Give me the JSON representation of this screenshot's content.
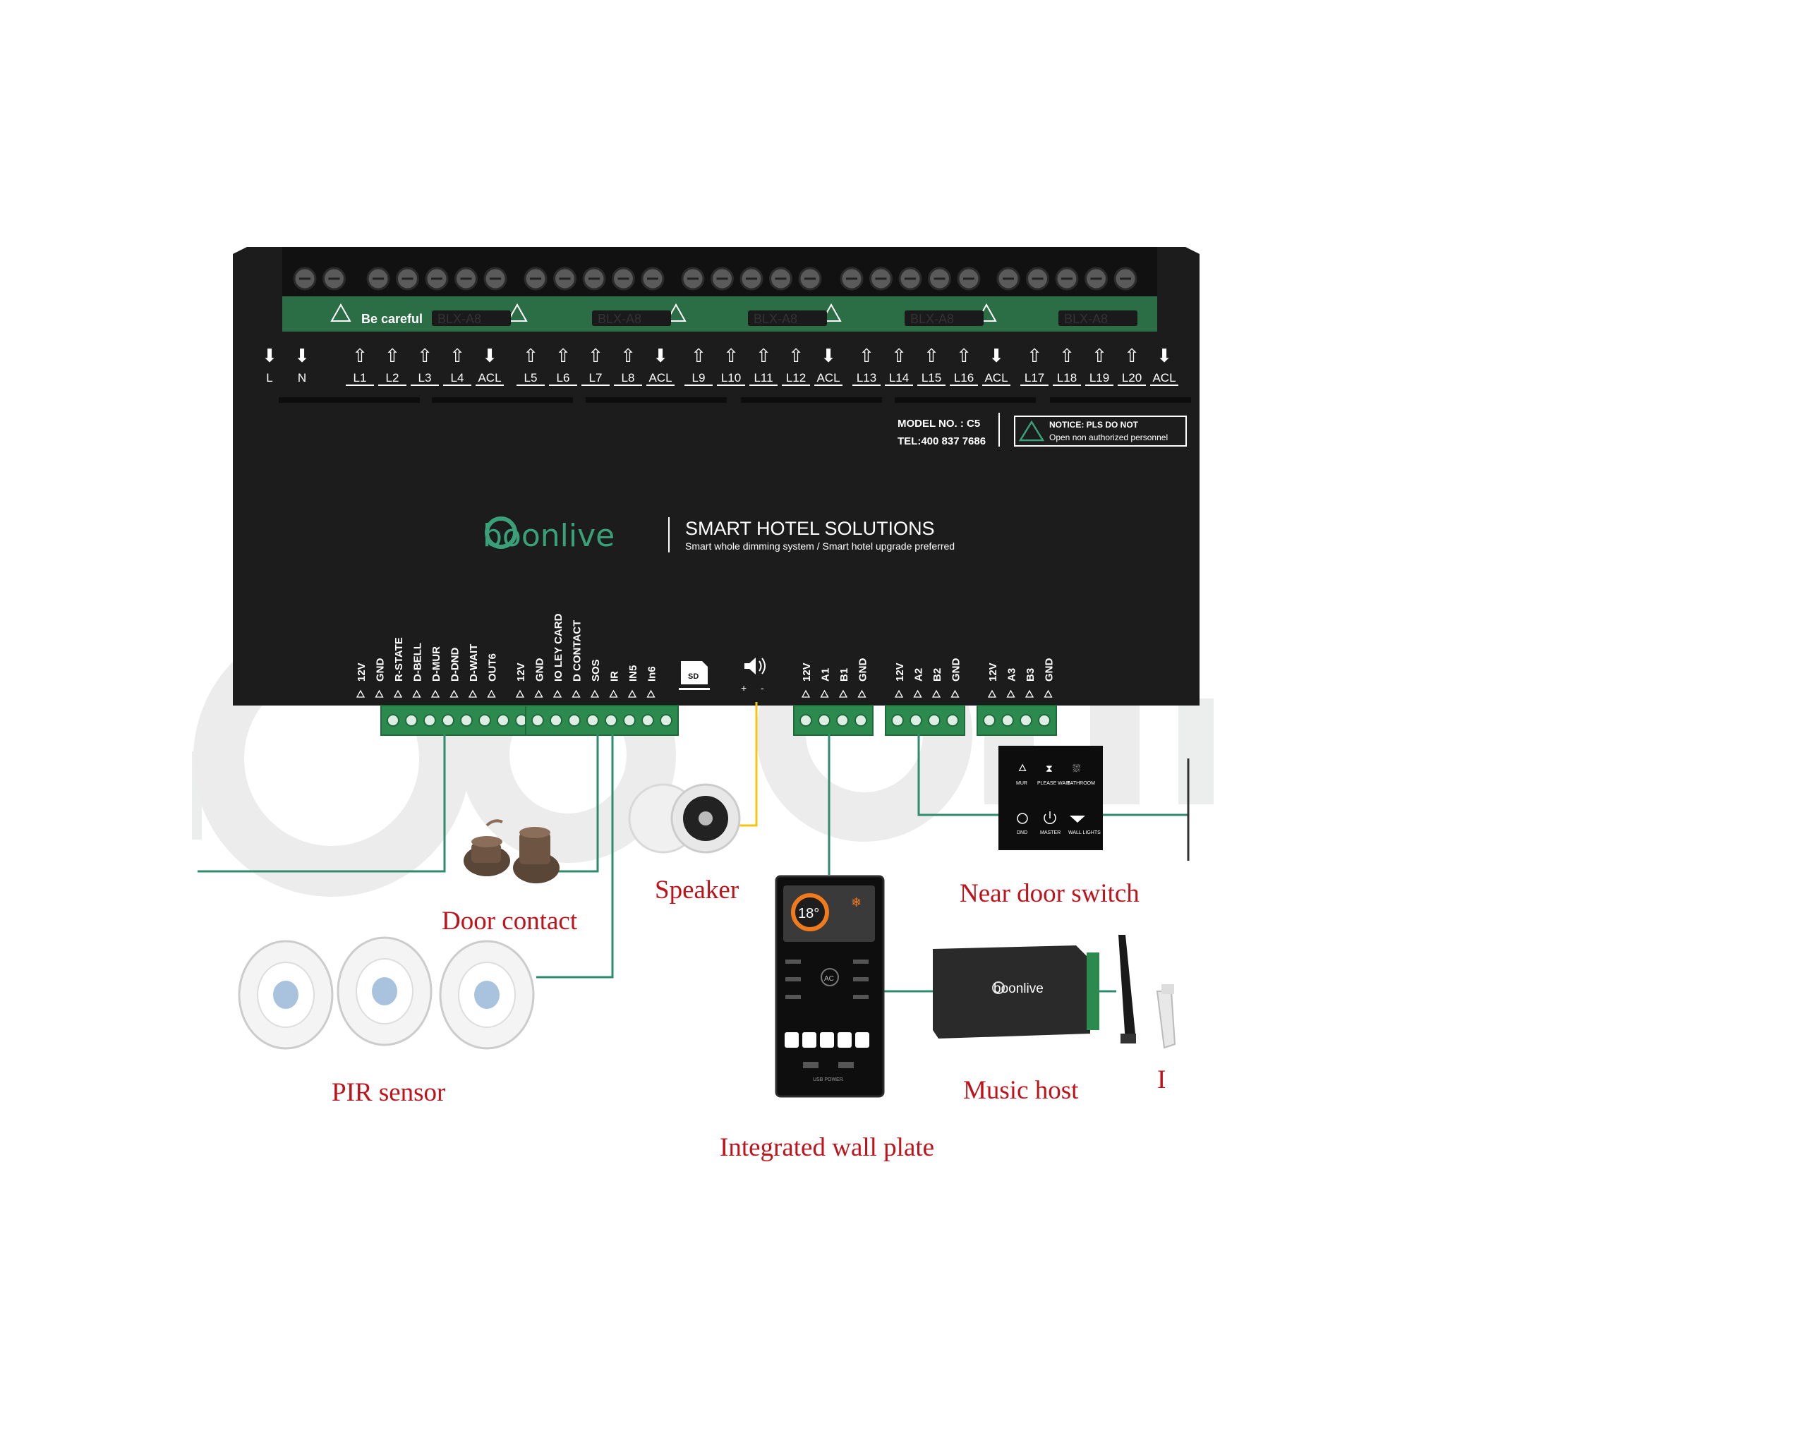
{
  "colors": {
    "controller_body": "#1c1c1c",
    "terminal_green": "#2d8a4e",
    "wire_green": "#2e8b6e",
    "speaker_wire": "#f3c614",
    "label_red": "#c0121a",
    "brand_green": "#3aa07a"
  },
  "controller": {
    "warning_strip": [
      "Be careful",
      "BLX-A8",
      "BLX-A8",
      "BLX-A8",
      "BLX-A8",
      "BLX-A8"
    ],
    "top_terminals": [
      "L",
      "N",
      "L1",
      "L2",
      "L3",
      "L4",
      "ACL",
      "L5",
      "L6",
      "L7",
      "L8",
      "ACL",
      "L9",
      "L10",
      "L11",
      "L12",
      "ACL",
      "L13",
      "L14",
      "L15",
      "L16",
      "ACL",
      "L17",
      "L18",
      "L19",
      "L20",
      "ACL"
    ],
    "model": "MODEL NO. : C5",
    "tel": "TEL:400 837 7686",
    "notice_line1": "NOTICE: PLS DO NOT",
    "notice_line2": "Open non authorized personnel",
    "brand": "boonlive",
    "tagline": "SMART HOTEL SOLUTIONS",
    "subtagline": "Smart whole dimming system / Smart hotel upgrade preferred",
    "bottom_terminals_group1": [
      "12V",
      "GND",
      "R-STATE",
      "D-BELL",
      "D-MUR",
      "D-DND",
      "D-WAIT",
      "OUT6"
    ],
    "bottom_terminals_group2": [
      "12V",
      "GND",
      "IO LEY CARD",
      "D CONTACT",
      "SOS",
      "IR",
      "IN5",
      "In6"
    ],
    "sd_label": "SD",
    "speaker_terminals": [
      "+",
      "-"
    ],
    "bus_group1": [
      "12V",
      "A1",
      "B1",
      "GND"
    ],
    "bus_group2": [
      "12V",
      "A2",
      "B2",
      "GND"
    ],
    "bus_group3": [
      "12V",
      "A3",
      "B3",
      "GND"
    ]
  },
  "devices": {
    "door_contact": "Door contact",
    "speaker": "Speaker",
    "pir_sensor": "PIR sensor",
    "integrated_wall_plate": "Integrated wall plate",
    "near_door_switch": "Near door switch",
    "music_host": "Music host",
    "cropped_label": "I"
  },
  "wall_plate": {
    "temperature": "18°",
    "ac_label": "AC",
    "usb_label": "USB POWER"
  },
  "door_switch": {
    "top_buttons": [
      "MUR",
      "PLEASE WAIT",
      "BATHROOM"
    ],
    "bottom_buttons": [
      "DND",
      "MASTER",
      "WALL LIGHTS"
    ]
  },
  "music_host_device": {
    "brand": "boonlive"
  },
  "icons": [
    "warning-triangle-icon",
    "arrow-down-icon",
    "arrow-up-icon",
    "sd-card-icon",
    "speaker-icon",
    "snowflake-icon",
    "power-icon"
  ]
}
